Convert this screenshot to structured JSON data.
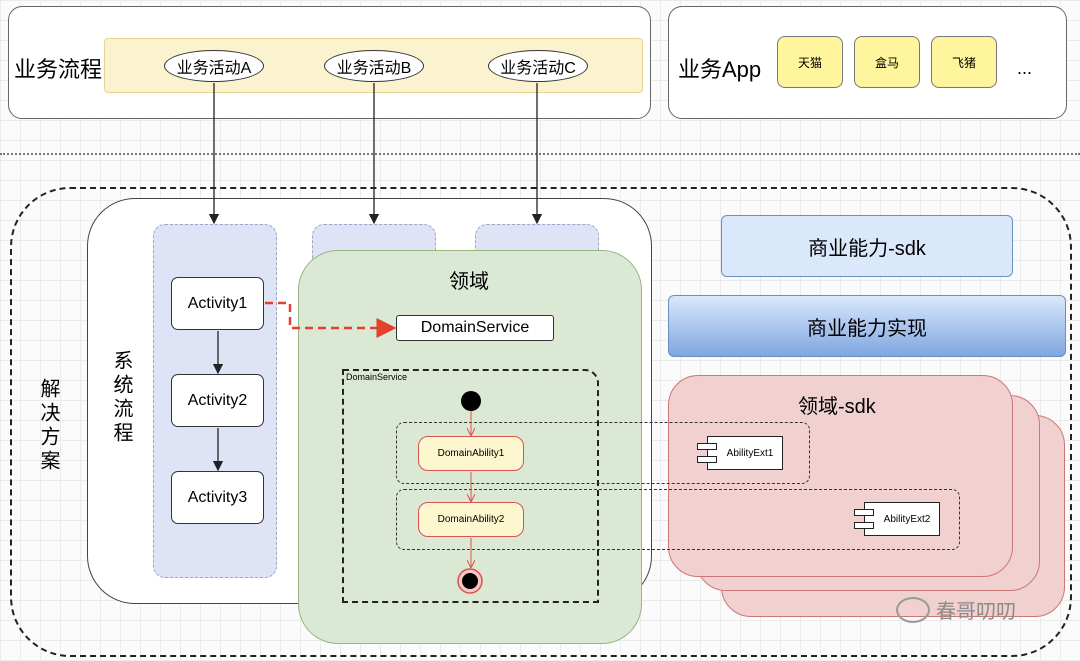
{
  "top": {
    "process_title": "业务流程",
    "activities": [
      "业务活动A",
      "业务活动B",
      "业务活动C"
    ],
    "app_title": "业务App",
    "apps": [
      "天猫",
      "盒马",
      "飞猪"
    ],
    "apps_more": "..."
  },
  "solution": {
    "title": "解决方案",
    "system_flow": {
      "title": "系统流程",
      "activities": [
        "Activity1",
        "Activity2",
        "Activity3"
      ]
    },
    "domain": {
      "title": "领域",
      "service": "DomainService",
      "subprocess_label": "DomainService",
      "abilities": [
        "DomainAbility1",
        "DomainAbility2"
      ]
    },
    "sdk": "商业能力-sdk",
    "impl": "商业能力实现",
    "domain_sdk": {
      "title": "领域-sdk",
      "exts": [
        "AbilityExt1",
        "AbilityExt2"
      ]
    }
  },
  "watermark": "春哥叨叨",
  "colors": {
    "activity_band": "#fbf2cf",
    "app_box": "#fff59d",
    "domain_green": "#dbe8d4",
    "sdk_blue": "#dae8fc",
    "domain_sdk_pink": "#f1d0d0",
    "arrow_red": "#e3412b"
  }
}
